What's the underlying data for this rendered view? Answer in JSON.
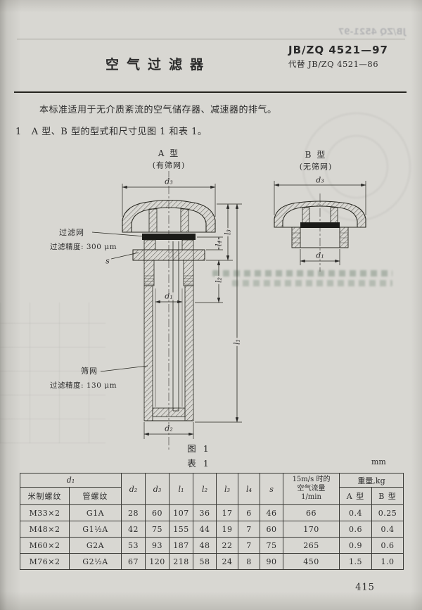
{
  "page": {
    "colors": {
      "paper": "#d8d7d2",
      "ink": "#2b2b2b"
    },
    "page_number": "415",
    "bleedthrough_header": "JB/ZQ 4521-97"
  },
  "header": {
    "title": "空气过滤器",
    "standard_no": "JB/ZQ 4521—97",
    "supersedes": "代替 JB/ZQ 4521—86"
  },
  "body": {
    "scope": "本标准适用于无介质紊流的空气储存器、减速器的排气。",
    "section1_no": "1",
    "section1_text": "A 型、B 型的型式和尺寸见图 1 和表 1。"
  },
  "figure": {
    "caption": "图 1",
    "type_a": {
      "title": "A 型",
      "subtitle": "(有筛网)"
    },
    "type_b": {
      "title": "B 型",
      "subtitle": "(无筛网)"
    },
    "annotations": {
      "filter_mesh": "过滤网",
      "filter_precision": "过滤精度: 300 μm",
      "sieve_mesh": "筛网",
      "sieve_precision": "过滤精度: 130 μm",
      "s_label": "s"
    },
    "dims": {
      "d1": "d₁",
      "d2": "d₂",
      "d3": "d₃",
      "l1": "l₁",
      "l2": "l₂",
      "l3": "l₃",
      "l4": "l₄"
    }
  },
  "table": {
    "caption": "表 1",
    "unit": "mm",
    "headers": {
      "d1_group": "d₁",
      "metric_thread": "米制螺纹",
      "pipe_thread": "管螺纹",
      "d2": "d₂",
      "d3": "d₃",
      "l1": "l₁",
      "l2": "l₂",
      "l3": "l₃",
      "l4": "l₄",
      "s": "s",
      "airflow_line1": "15m/s 时的",
      "airflow_line2": "空气流量",
      "airflow_line3": "1/min",
      "weight": "重量,kg",
      "type_a": "A 型",
      "type_b": "B 型"
    },
    "rows": [
      [
        "M33×2",
        "G1A",
        "28",
        "60",
        "107",
        "36",
        "17",
        "6",
        "46",
        "66",
        "0.4",
        "0.25"
      ],
      [
        "M48×2",
        "G1½A",
        "42",
        "75",
        "155",
        "44",
        "19",
        "7",
        "60",
        "170",
        "0.6",
        "0.4"
      ],
      [
        "M60×2",
        "G2A",
        "53",
        "93",
        "187",
        "48",
        "22",
        "7",
        "75",
        "265",
        "0.9",
        "0.6"
      ],
      [
        "M76×2",
        "G2½A",
        "67",
        "120",
        "218",
        "58",
        "24",
        "8",
        "90",
        "450",
        "1.5",
        "1.0"
      ]
    ]
  }
}
